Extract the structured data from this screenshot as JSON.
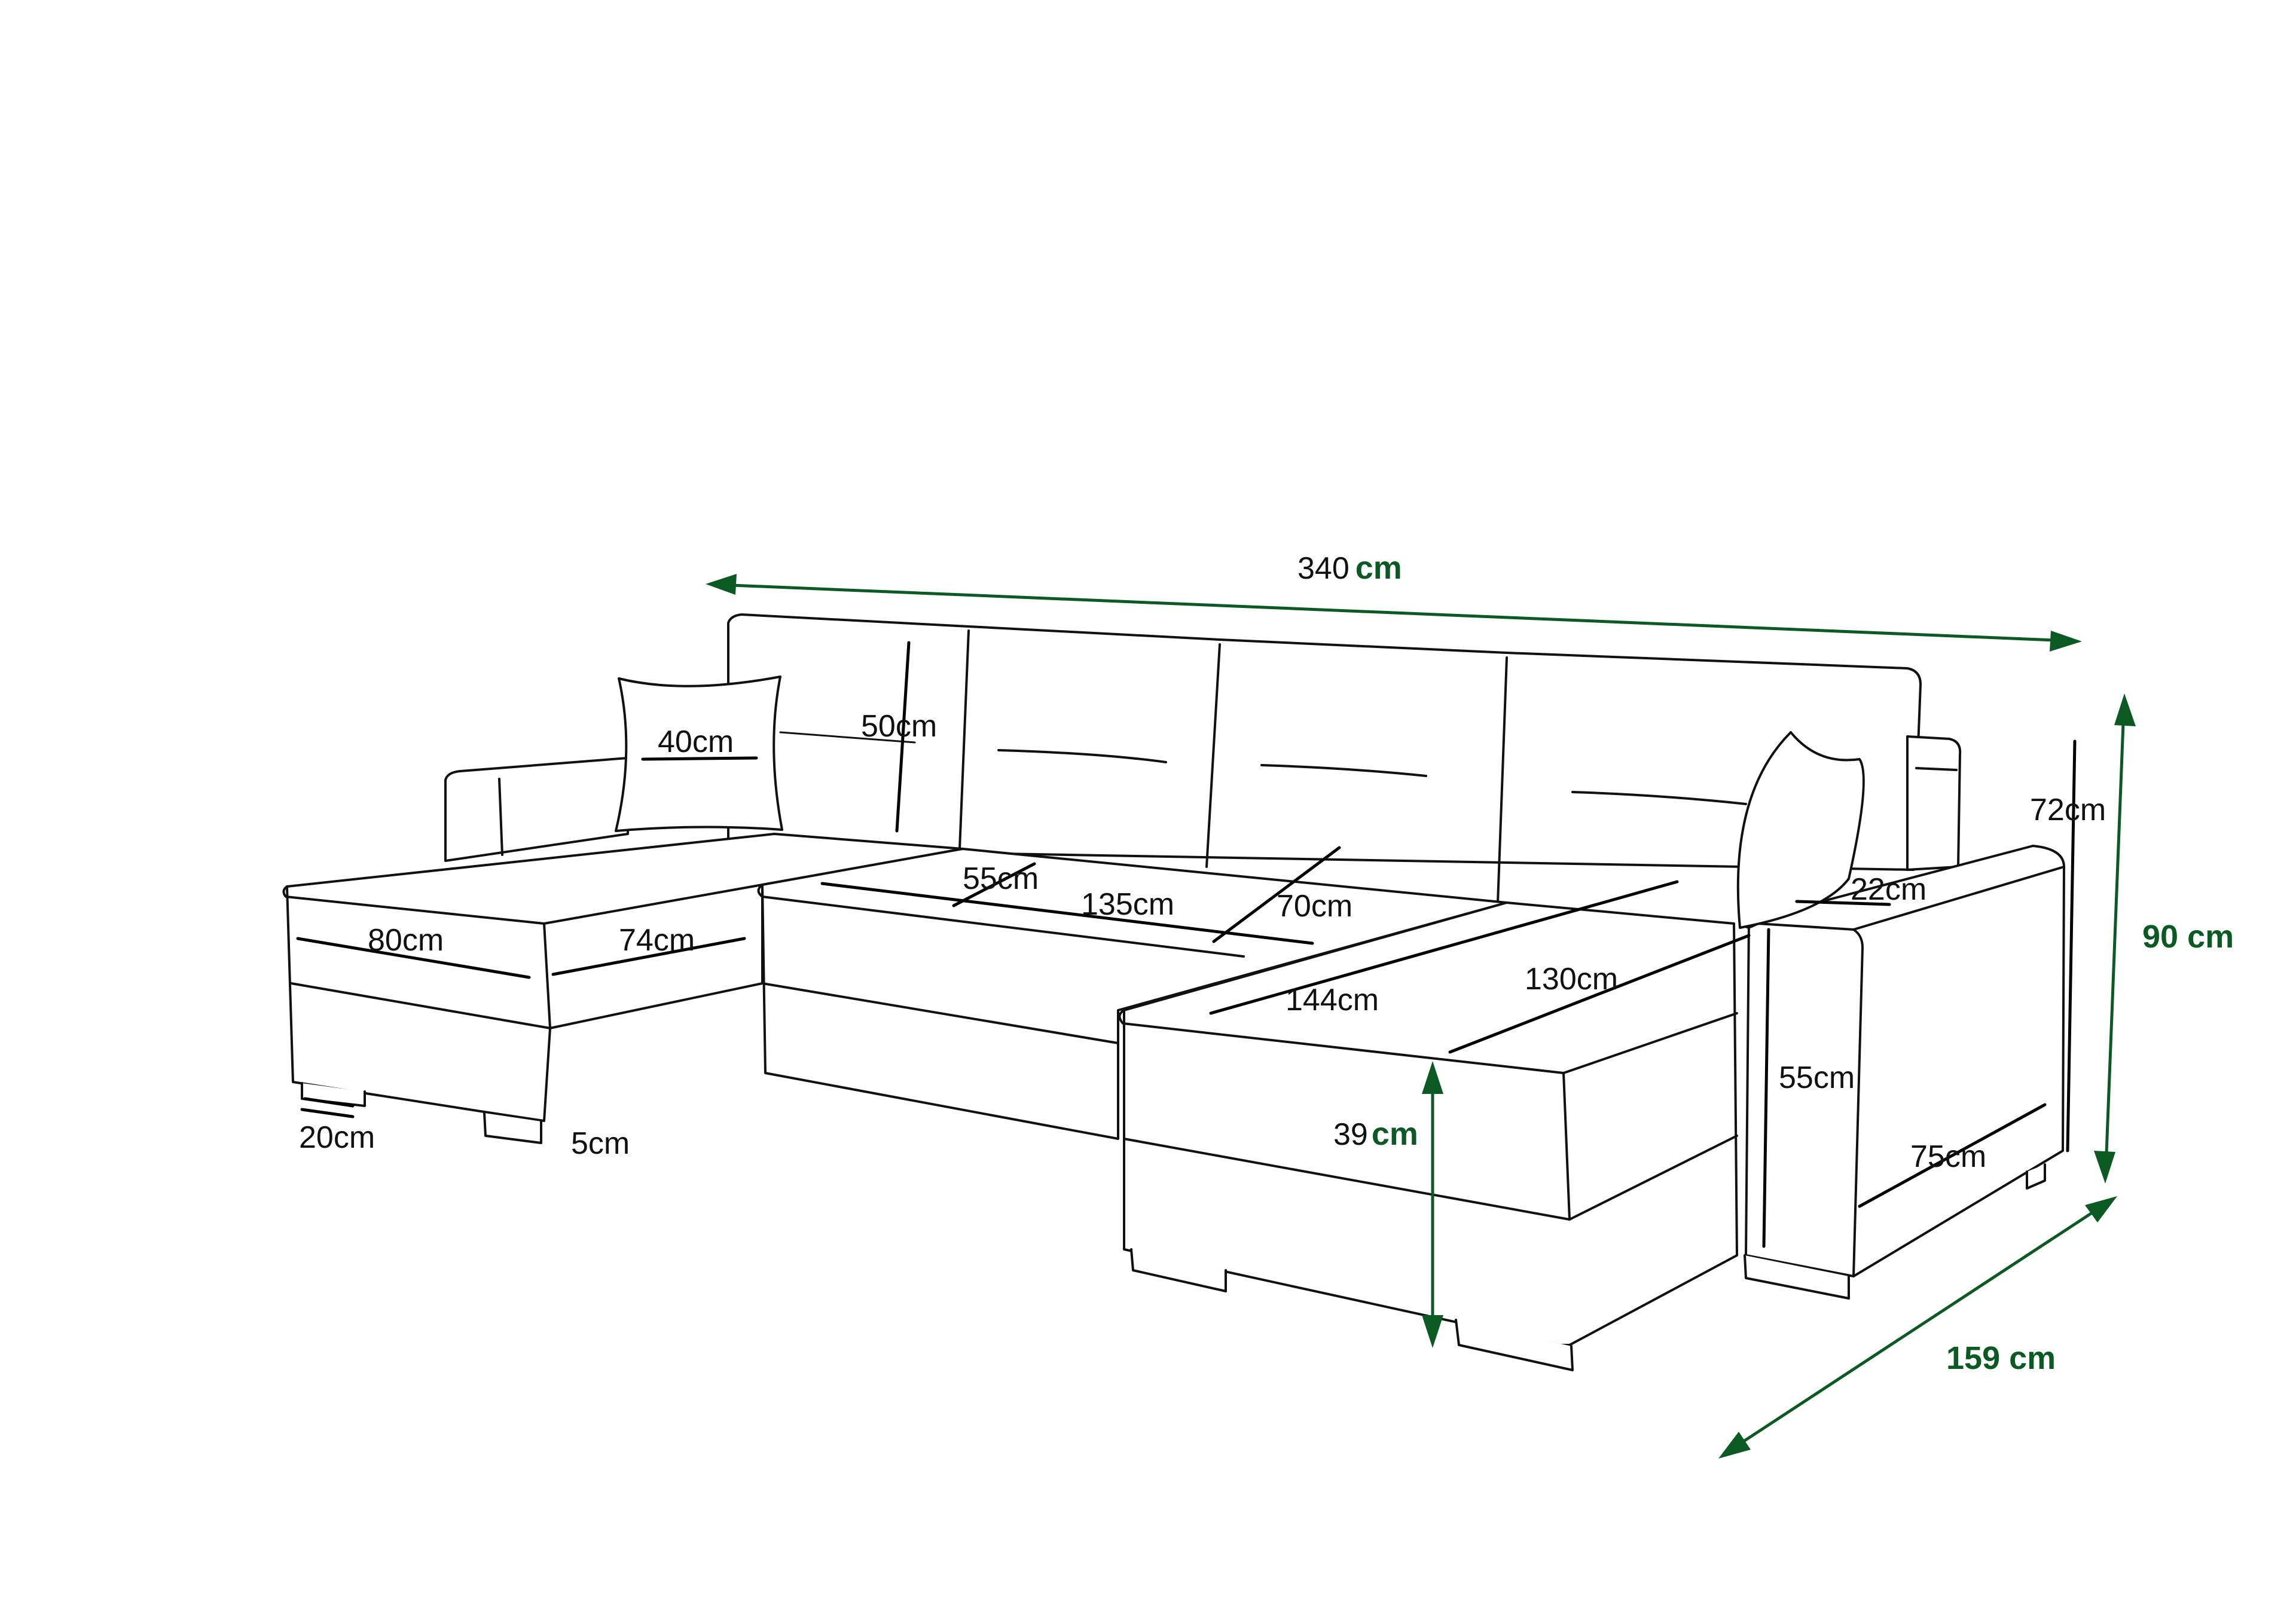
{
  "colors": {
    "dimension_green": "#0b5a24",
    "line_black": "#111111",
    "background": "#ffffff"
  },
  "labels": {
    "overall_width_value": "340",
    "overall_width_unit": "cm",
    "overall_height": "90 cm",
    "overall_depth": "159 cm",
    "seat_height_value": "39",
    "seat_height_unit": "cm",
    "pillow_width": "40cm",
    "back_height": "50cm",
    "seat_depth_middle": "55cm",
    "seat_width_middle": "135cm",
    "seat_depth_right": "70cm",
    "back_height_right": "72cm",
    "armrest_width": "22cm",
    "chaise_width_left": "80cm",
    "chaise_depth_left": "74cm",
    "chaise_length_right": "144cm",
    "chaise_width_right": "130cm",
    "leg_height": "20cm",
    "leg_size": "5cm",
    "armrest_height": "55cm",
    "armrest_depth": "75cm"
  }
}
